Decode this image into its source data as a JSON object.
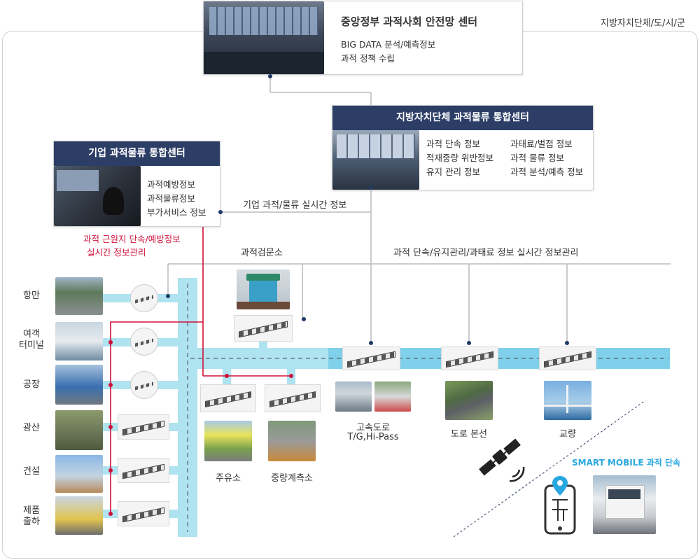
{
  "top_right_label": "지방자치단체/도/시/군",
  "central": {
    "title": "중앙정부 과적사회 안전망 센터",
    "line1": "BIG DATA  분석/예측정보",
    "line2": "과적 정책 수립"
  },
  "local_center": {
    "title": "지방자치단체 과적물류 통합센터",
    "items": [
      "과적 단속 정보",
      "적재중량 위반정보",
      "유지 관리 정보",
      "과태료/벌점 정보",
      "과적 물류 정보",
      "과적 분석/예측 정보"
    ]
  },
  "corp_center": {
    "title": "기업 과적물류 통합센터",
    "items": [
      "과적예방정보",
      "과적물류정보",
      "부가서비스 정보"
    ]
  },
  "labels": {
    "corp_realtime": "기업 과적/물류 실시간 정보",
    "corp_red_1": "과적 근원지 단속/예방정보",
    "corp_red_2": "실시간 정보관리",
    "checkpoint": "과적검문소",
    "realtime_mgmt": "과적 단속/유지관리/과태료 정보 실시간 정보관리",
    "gas_station": "주유소",
    "weigh_station": "중량계측소",
    "highway_1": "고속도로",
    "highway_2": "T/G,Hi-Pass",
    "main_road": "도로 본선",
    "bridge": "교량",
    "smart_mobile": "SMART MOBILE 과적 단속"
  },
  "sources": [
    "항만",
    "여객\n터미널",
    "공장",
    "광산",
    "건설",
    "제품\n출하"
  ],
  "colors": {
    "navy": "#2c3e66",
    "road": "#aee3ef",
    "road_dark": "#7fd0ea",
    "red": "#d0103a",
    "blue": "#29a8e0"
  },
  "icons": [
    "satellite-icon",
    "smartphone-map-icon"
  ]
}
